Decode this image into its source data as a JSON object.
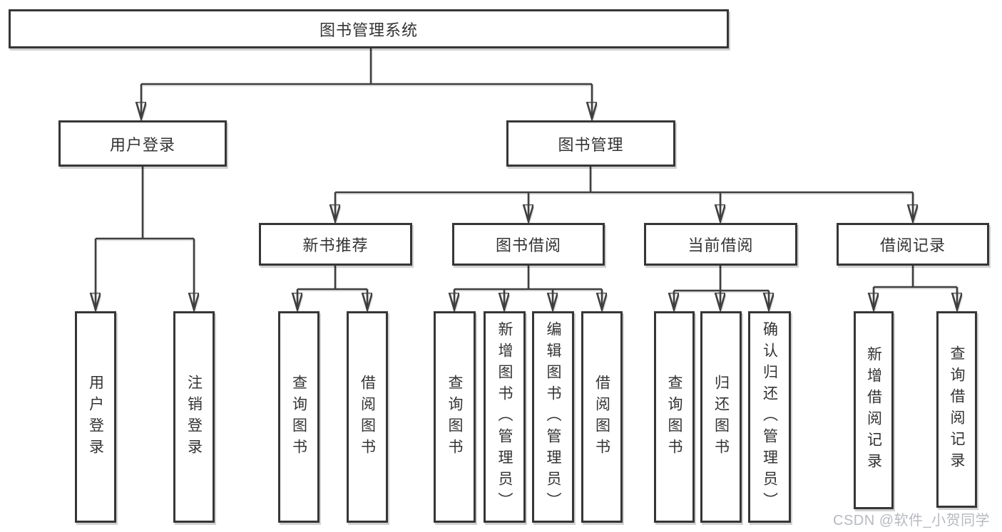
{
  "diagram": {
    "root": {
      "label": "图书管理系统"
    },
    "level2": [
      {
        "label": "用户登录"
      },
      {
        "label": "图书管理"
      }
    ],
    "level3": [
      {
        "label": "新书推荐"
      },
      {
        "label": "图书借阅"
      },
      {
        "label": "当前借阅"
      },
      {
        "label": "借阅记录"
      }
    ],
    "leaves": {
      "user_login": [
        {
          "label": "用户登录"
        },
        {
          "label": "注销登录"
        }
      ],
      "new_book_recommend": [
        {
          "label": "查询图书"
        },
        {
          "label": "借阅图书"
        }
      ],
      "book_borrow": [
        {
          "label": "查询图书"
        },
        {
          "label": "新增图书（管理员）"
        },
        {
          "label": "编辑图书（管理员）"
        },
        {
          "label": "借阅图书"
        }
      ],
      "current_borrow": [
        {
          "label": "查询图书"
        },
        {
          "label": "归还图书"
        },
        {
          "label": "确认归还（管理员）"
        }
      ],
      "borrow_records": [
        {
          "label": "新增借阅记录"
        },
        {
          "label": "查询借阅记录"
        }
      ]
    }
  },
  "watermark": {
    "text": "CSDN @软件_小贺同学"
  },
  "colors": {
    "line": "#3f3f3f",
    "box_border": "#363636",
    "box_fill": "#ffffff",
    "text": "#333333",
    "watermark": "#b6b9bf",
    "background": "#ffffff"
  }
}
